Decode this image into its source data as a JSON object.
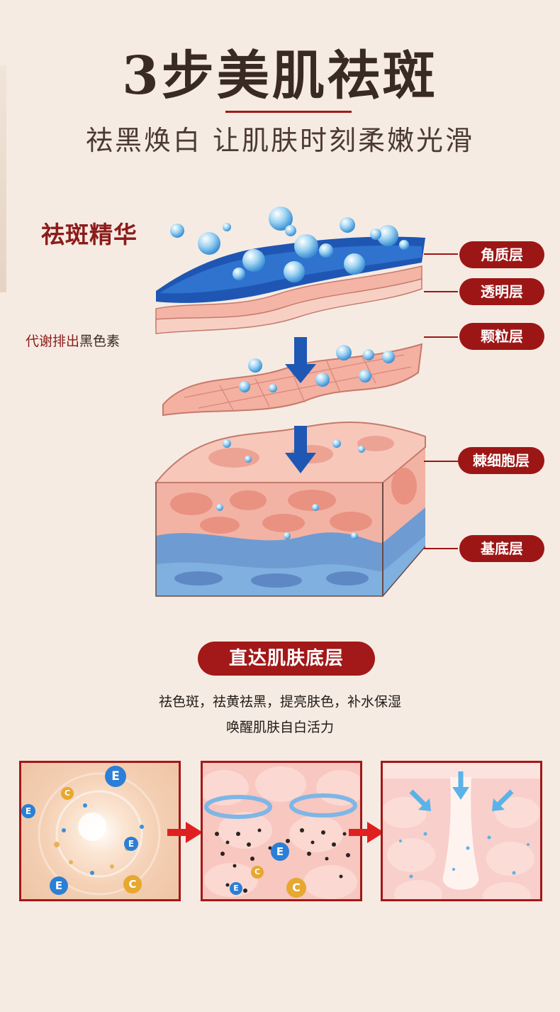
{
  "header": {
    "title": "3步美肌祛斑",
    "subtitle": "祛黑焕白 让肌肤时刻柔嫩光滑"
  },
  "diagram": {
    "essence_label": "祛斑精华",
    "metabolism_prefix": "代谢排出",
    "metabolism_suffix": "黑色素",
    "layers": [
      {
        "label": "角质层"
      },
      {
        "label": "透明层"
      },
      {
        "label": "颗粒层"
      },
      {
        "label": "棘细胞层"
      },
      {
        "label": "基底层"
      }
    ]
  },
  "feature": {
    "pill_label": "直达肌肤底层",
    "line1": "祛色斑，祛黄祛黑，提亮肤色，补水保湿",
    "line2": "唤醒肌肤自白活力"
  },
  "steps": {
    "vitamin_e": "E",
    "vitamin_c": "C"
  },
  "colors": {
    "accent_red": "#a31818",
    "background": "#f6ebe2",
    "skin_pink": "#f0a898",
    "deep_blue": "#1f56b4"
  }
}
